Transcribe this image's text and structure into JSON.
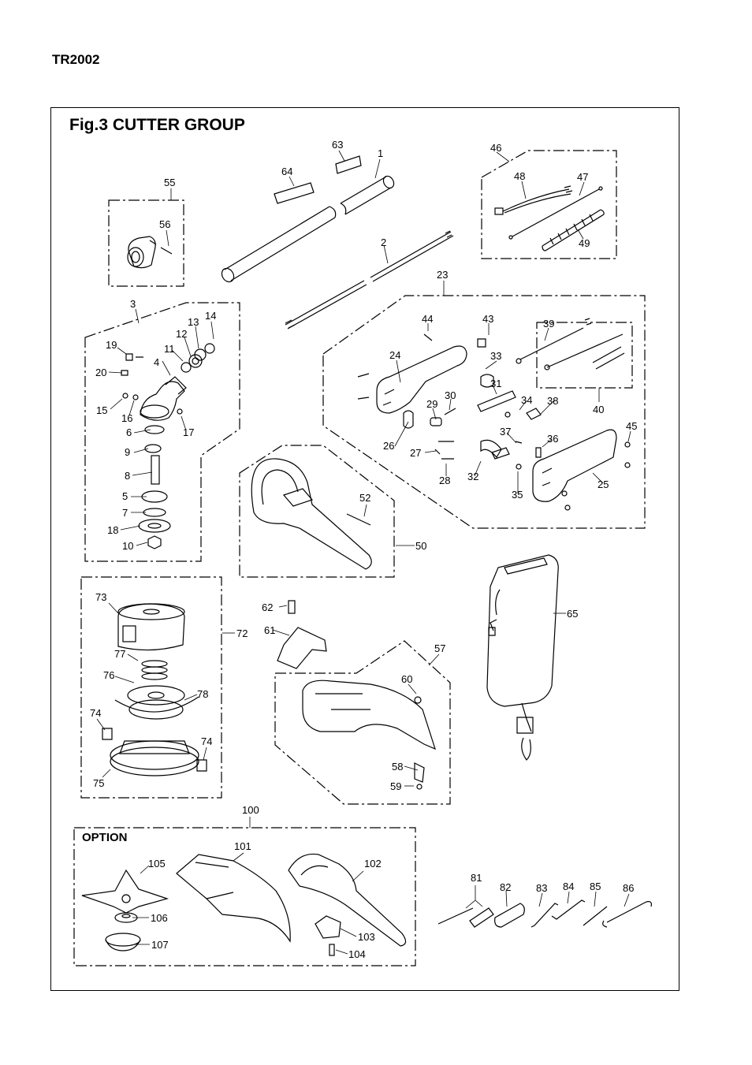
{
  "page": {
    "model": "TR2002",
    "figure_title": "Fig.3  CUTTER GROUP",
    "option_label": "OPTION"
  },
  "colors": {
    "ink": "#000000",
    "paper": "#ffffff",
    "shade": "#cccccc"
  },
  "callouts": [
    "1",
    "2",
    "3",
    "4",
    "5",
    "6",
    "7",
    "8",
    "9",
    "10",
    "11",
    "12",
    "13",
    "14",
    "15",
    "16",
    "17",
    "18",
    "19",
    "20",
    "23",
    "24",
    "25",
    "26",
    "27",
    "28",
    "29",
    "30",
    "31",
    "32",
    "33",
    "34",
    "35",
    "36",
    "37",
    "38",
    "39",
    "40",
    "43",
    "44",
    "45",
    "46",
    "47",
    "48",
    "49",
    "50",
    "52",
    "55",
    "56",
    "57",
    "58",
    "59",
    "60",
    "61",
    "62",
    "63",
    "64",
    "65",
    "72",
    "73",
    "74a",
    "74b",
    "75",
    "76",
    "77",
    "78",
    "81",
    "82",
    "83",
    "84",
    "85",
    "86",
    "100",
    "101",
    "102",
    "103",
    "104",
    "105",
    "106",
    "107"
  ],
  "labels": {
    "1": "1",
    "2": "2",
    "3": "3",
    "4": "4",
    "5": "5",
    "6": "6",
    "7": "7",
    "8": "8",
    "9": "9",
    "10": "10",
    "11": "11",
    "12": "12",
    "13": "13",
    "14": "14",
    "15": "15",
    "16": "16",
    "17": "17",
    "18": "18",
    "19": "19",
    "20": "20",
    "23": "23",
    "24": "24",
    "25": "25",
    "26": "26",
    "27": "27",
    "28": "28",
    "29": "29",
    "30": "30",
    "31": "31",
    "32": "32",
    "33": "33",
    "34": "34",
    "35": "35",
    "36": "36",
    "37": "37",
    "38": "38",
    "39": "39",
    "40": "40",
    "43": "43",
    "44": "44",
    "45": "45",
    "46": "46",
    "47": "47",
    "48": "48",
    "49": "49",
    "50": "50",
    "52": "52",
    "55": "55",
    "56": "56",
    "57": "57",
    "58": "58",
    "59": "59",
    "60": "60",
    "61": "61",
    "62": "62",
    "63": "63",
    "64": "64",
    "65": "65",
    "72": "72",
    "73": "73",
    "74a": "74",
    "74b": "74",
    "75": "75",
    "76": "76",
    "77": "77",
    "78": "78",
    "81": "81",
    "82": "82",
    "83": "83",
    "84": "84",
    "85": "85",
    "86": "86",
    "100": "100",
    "101": "101",
    "102": "102",
    "103": "103",
    "104": "104",
    "105": "105",
    "106": "106",
    "107": "107"
  }
}
